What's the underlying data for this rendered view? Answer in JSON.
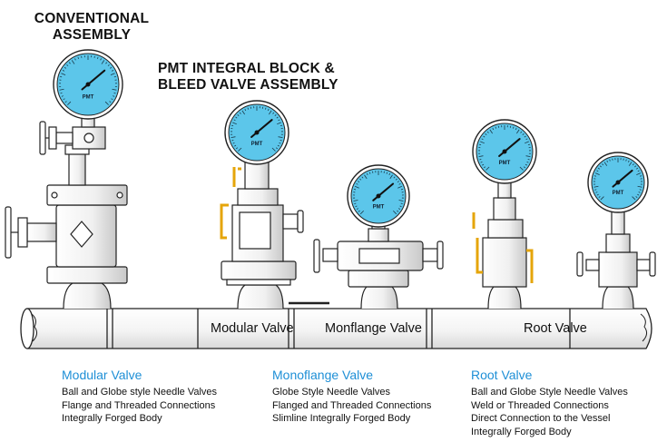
{
  "headings": {
    "conventional": [
      "CONVENTIONAL",
      "ASSEMBLY"
    ],
    "pmt": [
      "PMT INTEGRAL BLOCK &",
      "BLEED VALVE ASSEMBLY"
    ]
  },
  "pipe_labels": {
    "modular": "Modular Valve",
    "monflange": "Monflange Valve",
    "root": "Root Valve"
  },
  "descriptions": [
    {
      "title": "Modular Valve",
      "lines": [
        "Ball and Globe style Needle Valves",
        "Flange and Threaded Connections",
        "Integrally Forged Body"
      ]
    },
    {
      "title": "Monoflange Valve",
      "lines": [
        "Globe Style Needle Valves",
        "Flanged and Threaded Connections",
        "Slimline Integrally Forged Body"
      ]
    },
    {
      "title": "Root Valve",
      "lines": [
        "Ball and Globe Style Needle Valves",
        "Weld or Threaded Connections",
        "Direct Connection to the Vessel",
        "Integrally Forged Body"
      ]
    }
  ],
  "gauge_text": "PMT",
  "colors": {
    "title_blue": "#1e8fd6",
    "gauge_face": "#5cc6ea",
    "handle_yellow": "#e5a50a",
    "line": "#222222"
  }
}
